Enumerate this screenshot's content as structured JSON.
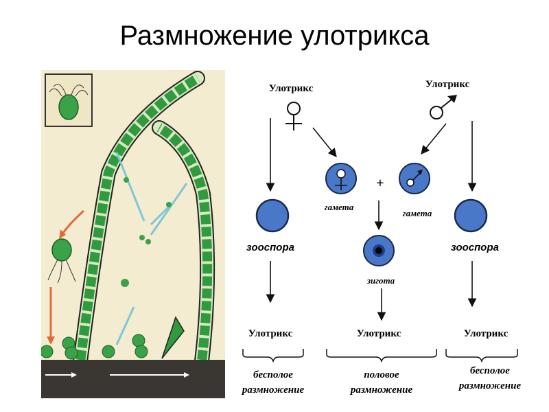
{
  "title": "Размножение улотрикса",
  "scheme": {
    "female_parent_label": "Улотрикс",
    "male_parent_label": "Улотрикс",
    "plus_sign": "+",
    "gamete_left_label": "гамета",
    "gamete_right_label": "гамета",
    "zoospore_left_label": "зооспора",
    "zoospore_right_label": "зооспора",
    "zygote_label": "зигота",
    "result_left_label": "Улотрикс",
    "result_center_label": "Улотрикс",
    "result_right_label": "Улотрикс",
    "asexual_left_line1": "бесполое",
    "asexual_left_line2": "размножение",
    "sexual_line1": "половое",
    "sexual_line2": "размножение",
    "asexual_right_line1": "бесполое",
    "asexual_right_line2": "размножение"
  },
  "colors": {
    "cell_blue": "#4a78c8",
    "cell_outline": "#1a2a4a",
    "illustration_bg": "#f3ecd0",
    "green_cell": "#2f9a3e",
    "orange_arrow": "#e06b3a",
    "cyan_arrow": "#7fc6d6"
  }
}
